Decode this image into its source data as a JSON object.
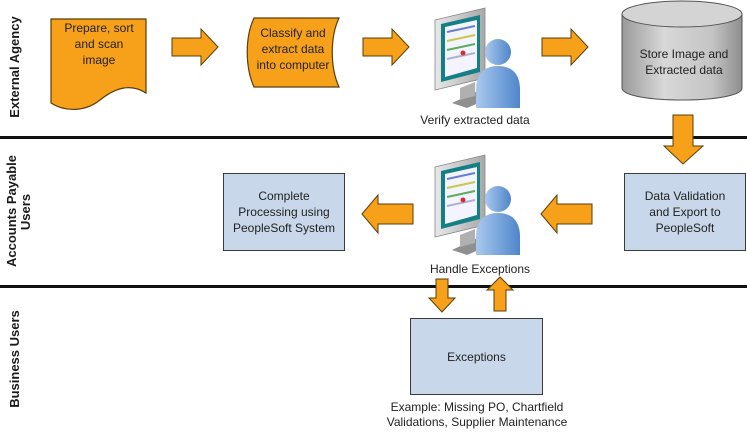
{
  "colors": {
    "orange": "#f7a11a",
    "orange_border": "#7a5210",
    "box_fill": "#c9d7ea",
    "lane_line": "#111111"
  },
  "lanes": [
    {
      "label": "External Agency"
    },
    {
      "label_line1": "Accounts Payable",
      "label_line2": "Users"
    },
    {
      "label": "Business Users"
    }
  ],
  "external_agency": {
    "document_shape": {
      "line1": "Prepare, sort",
      "line2": "and scan",
      "line3": "image"
    },
    "process_shape": {
      "line1": "Classify and",
      "line2": "extract data",
      "line3": "into computer"
    },
    "verify_user": {
      "icon": "user-at-computer-icon",
      "caption": "Verify extracted data"
    },
    "database": {
      "line1": "Store Image and",
      "line2": "Extracted data"
    }
  },
  "accounts_payable": {
    "data_validation": {
      "line1": "Data Validation",
      "line2": "and Export to",
      "line3": "PeopleSoft"
    },
    "handle_user": {
      "icon": "user-at-computer-icon",
      "caption": "Handle Exceptions"
    },
    "complete_processing": {
      "line1": "Complete",
      "line2": "Processing using",
      "line3": "PeopleSoft System"
    }
  },
  "business_users": {
    "exceptions": {
      "label": "Exceptions"
    },
    "example_caption": {
      "line1": "Example: Missing PO, Chartfield",
      "line2": "Validations, Supplier Maintenance"
    }
  }
}
